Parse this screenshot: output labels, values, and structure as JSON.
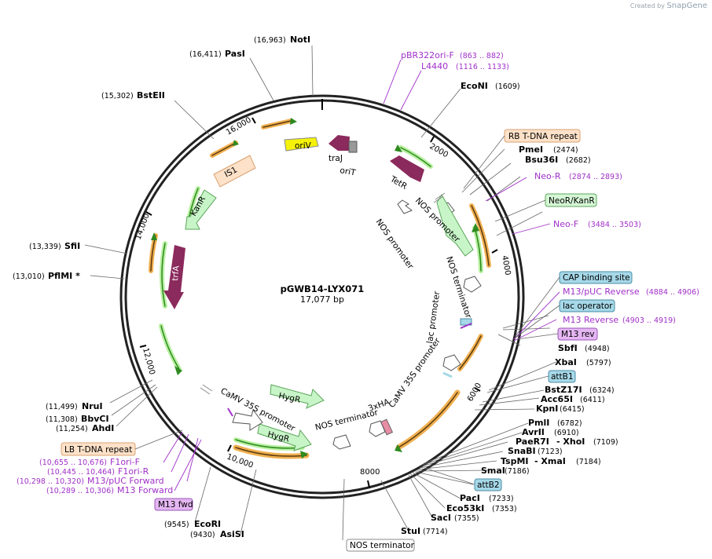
{
  "brand": {
    "prefix": "Created by",
    "name": "SnapGene"
  },
  "plasmid": {
    "name": "pGWB14-LYX071",
    "length": "17,077 bp"
  },
  "ticks": [
    "2000",
    "4000",
    "6000",
    "8000",
    "10,000",
    "12,000",
    "14,000",
    "16,000"
  ],
  "sites": [
    {
      "name": "NotI",
      "pos": "(16,963)"
    },
    {
      "name": "PasI",
      "pos": "(16,411)"
    },
    {
      "name": "BstEII",
      "pos": "(15,302)"
    },
    {
      "name": "SfiI",
      "pos": "(13,339)"
    },
    {
      "name": "PflMI *",
      "pos": "(13,010)"
    },
    {
      "name": "NruI",
      "pos": "(11,499)"
    },
    {
      "name": "BbvCI",
      "pos": "(11,308)"
    },
    {
      "name": "AhdI",
      "pos": "(11,254)"
    },
    {
      "name": "EcoRI",
      "pos": "(9545)"
    },
    {
      "name": "AsiSI",
      "pos": "(9430)"
    },
    {
      "name": "StuI",
      "pos": "(7714)"
    },
    {
      "name": "SacI",
      "pos": "(7355)"
    },
    {
      "name": "Eco53kI",
      "pos": "(7353)"
    },
    {
      "name": "PacI",
      "pos": "(7233)"
    },
    {
      "name": "SmaI",
      "pos": "(7186)"
    },
    {
      "name": "TspMI",
      "pos": "(7184)"
    },
    {
      "name": "- XmaI",
      "pos": ""
    },
    {
      "name": "SnaBI",
      "pos": "(7123)"
    },
    {
      "name": "PaeR7I",
      "pos": "(7109)"
    },
    {
      "name": "- XhoI",
      "pos": ""
    },
    {
      "name": "AvrII",
      "pos": "(6910)"
    },
    {
      "name": "PmlI",
      "pos": "(6782)"
    },
    {
      "name": "KpnI",
      "pos": "(6415)"
    },
    {
      "name": "Acc65I",
      "pos": "(6411)"
    },
    {
      "name": "BstZ17I",
      "pos": "(6324)"
    },
    {
      "name": "XbaI",
      "pos": "(5797)"
    },
    {
      "name": "SbfI",
      "pos": "(4948)"
    },
    {
      "name": "EcoNI",
      "pos": "(1609)"
    },
    {
      "name": "PmeI",
      "pos": "(2474)"
    },
    {
      "name": "Bsu36I",
      "pos": "(2682)"
    }
  ],
  "primers": [
    {
      "name": "pBR322ori-F",
      "pos": "(863 .. 882)"
    },
    {
      "name": "L4440",
      "pos": "(1116 .. 1133)"
    },
    {
      "name": "Neo-R",
      "pos": "(2874 .. 2893)"
    },
    {
      "name": "Neo-F",
      "pos": "(3484 .. 3503)"
    },
    {
      "name": "M13/pUC Reverse",
      "pos": "(4884 .. 4906)"
    },
    {
      "name": "M13 Reverse",
      "pos": "(4903 .. 4919)"
    },
    {
      "name": "F1ori-F",
      "pos": "(10,655 .. 10,676)"
    },
    {
      "name": "F1ori-R",
      "pos": "(10,445 .. 10,464)"
    },
    {
      "name": "M13/pUC Forward",
      "pos": "(10,298 .. 10,320)"
    },
    {
      "name": "M13 Forward",
      "pos": "(10,289 .. 10,306)"
    }
  ],
  "boxes": [
    {
      "name": "RB T-DNA repeat",
      "fill": "#fde1c8",
      "stroke": "#d9a273"
    },
    {
      "name": "NeoR/KanR",
      "fill": "#d6f7d6",
      "stroke": "#5aa55a"
    },
    {
      "name": "CAP binding site",
      "fill": "#a6d8e8",
      "stroke": "#4a8da6"
    },
    {
      "name": "lac operator",
      "fill": "#a6d8e8",
      "stroke": "#4a8da6"
    },
    {
      "name": "M13 rev",
      "fill": "#e4b6f2",
      "stroke": "#9a55b8"
    },
    {
      "name": "attB1",
      "fill": "#a6d8e8",
      "stroke": "#4a8da6"
    },
    {
      "name": "attB2",
      "fill": "#a6d8e8",
      "stroke": "#4a8da6"
    },
    {
      "name": "LB T-DNA repeat",
      "fill": "#fde1c8",
      "stroke": "#d9a273"
    },
    {
      "name": "M13 fwd",
      "fill": "#e4b6f2",
      "stroke": "#9a55b8"
    },
    {
      "name": "NOS terminator",
      "fill": "#ffffff",
      "stroke": "#888888"
    }
  ],
  "features": [
    {
      "name": "oriV",
      "color": "#f5f20a"
    },
    {
      "name": "traJ",
      "color": "#8b2a5c"
    },
    {
      "name": "oriT",
      "color": "#999999"
    },
    {
      "name": "TetR",
      "color": "#8b2a5c"
    },
    {
      "name": "IS1",
      "color": "#fde1c8"
    },
    {
      "name": "KanR",
      "color": "#c8f5c8"
    },
    {
      "name": "trfA",
      "color": "#8b2a5c"
    },
    {
      "name": "HygR",
      "color": "#c8f5c8"
    },
    {
      "name": "HygR",
      "color": "#c8f5c8"
    },
    {
      "name": "3xHA",
      "color": "#e88ca6"
    }
  ],
  "inner_labels": [
    "NOS promoter",
    "NOS promoter",
    "NOS terminator",
    "lac promoter",
    "CaMV 35S promoter",
    "CaMV 35S promoter",
    "NOS terminator",
    "3xHA"
  ],
  "colors": {
    "backbone": "#222222",
    "primer": "#a030c8",
    "orf_outline": "#2d8a1f",
    "orange_arc": "#e8a030"
  }
}
